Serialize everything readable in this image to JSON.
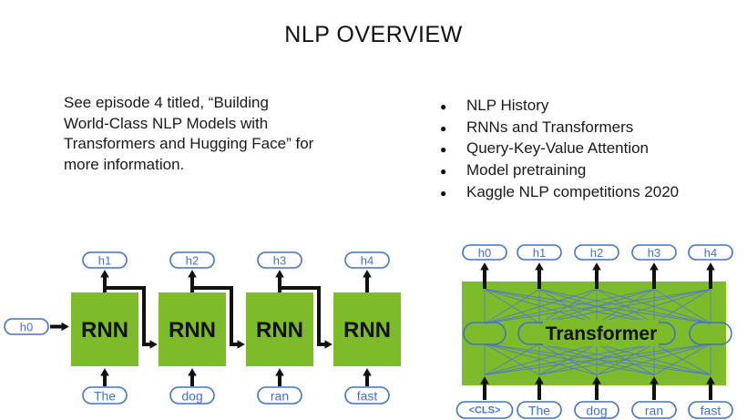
{
  "title": "NLP OVERVIEW",
  "intro": {
    "lines": [
      "See episode 4 titled, “Building",
      "World-Class NLP Models with",
      "Transformers and Hugging Face” for",
      "more information."
    ]
  },
  "bullets": {
    "items": [
      "NLP History",
      "RNNs and Transformers",
      "Query-Key-Value Attention",
      "Model pretraining",
      "Kaggle NLP competitions 2020"
    ]
  },
  "rnn_diagram": {
    "unit_label": "RNN",
    "initial_state": "h0",
    "hidden_states": [
      "h1",
      "h2",
      "h3",
      "h4"
    ],
    "inputs": [
      "The",
      "dog",
      "ran",
      "fast"
    ]
  },
  "transformer_diagram": {
    "label": "Transformer",
    "outputs": [
      "h0",
      "h1",
      "h2",
      "h3",
      "h4"
    ],
    "inputs": [
      "<CLS>",
      "The",
      "dog",
      "ran",
      "fast"
    ]
  },
  "colors": {
    "green": "#7DBB2B",
    "blue": "#4472C4",
    "line_blue": "#5577CC",
    "black": "#111111"
  }
}
